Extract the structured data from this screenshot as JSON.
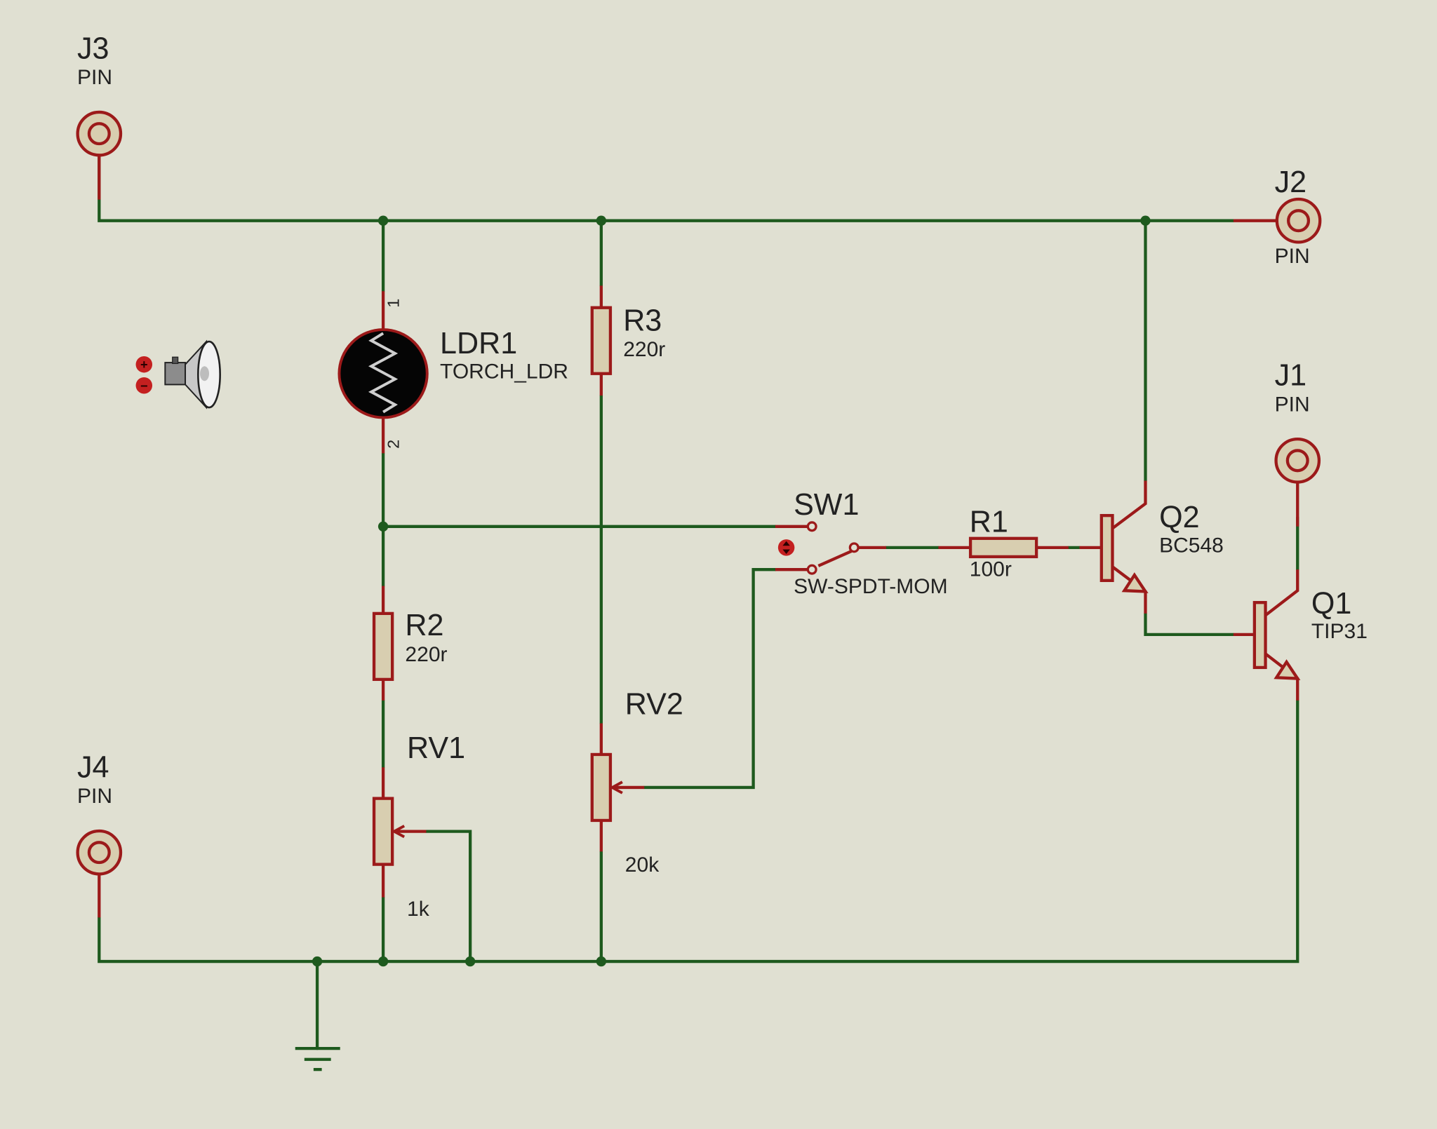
{
  "components": {
    "J3": {
      "ref": "J3",
      "value": "PIN"
    },
    "J2": {
      "ref": "J2",
      "value": "PIN"
    },
    "J1": {
      "ref": "J1",
      "value": "PIN"
    },
    "J4": {
      "ref": "J4",
      "value": "PIN"
    },
    "LDR1": {
      "ref": "LDR1",
      "value": "TORCH_LDR",
      "pin1": "1",
      "pin2": "2"
    },
    "R3": {
      "ref": "R3",
      "value": "220r"
    },
    "R2": {
      "ref": "R2",
      "value": "220r"
    },
    "R1": {
      "ref": "R1",
      "value": "100r"
    },
    "RV1": {
      "ref": "RV1",
      "value": "1k"
    },
    "RV2": {
      "ref": "RV2",
      "value": "20k"
    },
    "SW1": {
      "ref": "SW1",
      "value": "SW-SPDT-MOM"
    },
    "Q2": {
      "ref": "Q2",
      "value": "BC548"
    },
    "Q1": {
      "ref": "Q1",
      "value": "TIP31"
    }
  },
  "colors": {
    "background": "#e0e0d2",
    "wire": "#1e5a1e",
    "component_outline": "#9c1a1a",
    "component_fill": "#d8ceb0"
  },
  "icons": [
    "speaker-icon",
    "ground-icon",
    "terminal-pin-icon"
  ]
}
